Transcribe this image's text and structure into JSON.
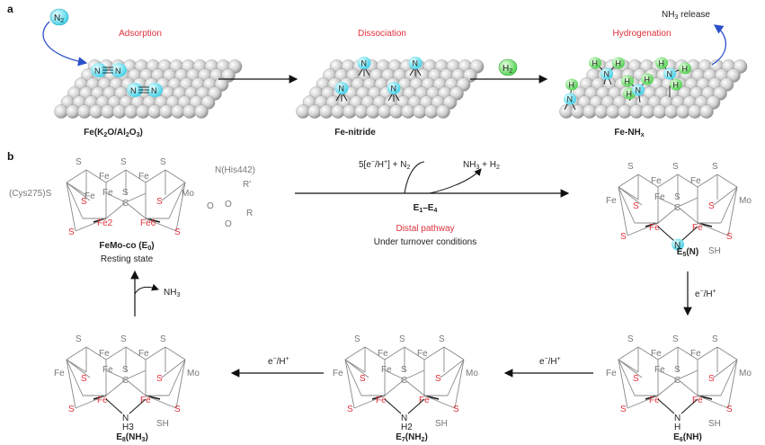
{
  "panel_a": {
    "label": "a",
    "stages": [
      {
        "title": "Adsorption",
        "caption": "Fe(K2O/Al2O3)"
      },
      {
        "title": "Dissociation",
        "caption": "Fe-nitride"
      },
      {
        "title": "Hydrogenation",
        "caption": "Fe-NHx"
      }
    ],
    "n2_molecule": "N2",
    "h2_molecule": "H2",
    "nh3_release": "NH3 release",
    "nn_bond": "N≡N"
  },
  "panel_b": {
    "label": "b",
    "resting": {
      "name": "FeMo-co (E0)",
      "subtitle": "Resting state"
    },
    "reaction_top": {
      "reactants": "5[e−/H+] + N2",
      "products": "NH3 + H2",
      "steps": "E1–E4",
      "pathway": "Distal pathway",
      "condition": "Under turnover conditions"
    },
    "states": [
      {
        "name": "E5(N)"
      },
      {
        "name": "E6(NH)"
      },
      {
        "name": "E7(NH2)"
      },
      {
        "name": "E8(NH3)"
      }
    ],
    "step_label": "e−/H+",
    "release": "NH3",
    "ligands": {
      "cys": "(Cys275)S",
      "his": "N(His442)",
      "fe2": "Fe2",
      "fe6": "Fe6",
      "c": "C",
      "mo": "Mo",
      "fe": "Fe",
      "s": "S",
      "sh": "SH",
      "n": "N",
      "nh": "H",
      "nh2": "H2",
      "nh3": "H3",
      "o": "O",
      "r": "R",
      "rp": "R'"
    }
  }
}
